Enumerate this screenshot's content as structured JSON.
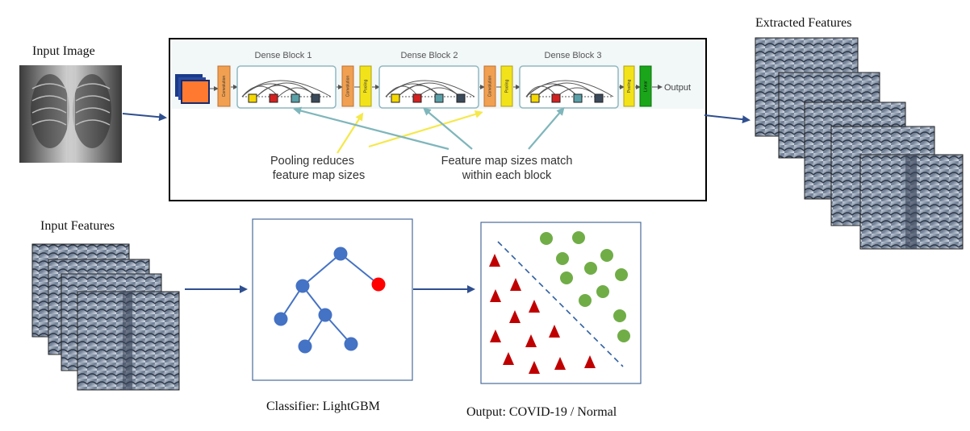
{
  "captions": {
    "input_image": "Input Image",
    "extracted_features": "Extracted Features",
    "input_features": "Input Features",
    "classifier": "Classifier: LightGBM",
    "output": "Output: COVID-19 / Normal"
  },
  "densenet": {
    "blocks": [
      "Dense Block 1",
      "Dense Block 2",
      "Dense Block 3"
    ],
    "layer_labels": {
      "convolution": "Convolution",
      "pooling": "Pooling",
      "linear": "Linear"
    },
    "output_label": "Output",
    "annotation_pooling": [
      "Pooling reduces",
      "feature map sizes"
    ],
    "annotation_feature_maps": [
      "Feature map sizes match",
      "within each block"
    ]
  },
  "colors": {
    "arrow": "#2f4f8f",
    "convolution": "#f0a050",
    "pooling": "#f2e21a",
    "linear": "#1aa51a",
    "tree_node": "#4472c4",
    "tree_highlight": "#ff0000",
    "covid_marker": "#c00000",
    "normal_marker": "#70ad47",
    "yellow_pointer": "#f5e84a",
    "teal_pointer": "#7fb6bb"
  },
  "icons": {
    "xray": "chest-xray",
    "feature_maps": "feature-map-stack",
    "tree": "decision-tree",
    "scatter": "class-separation-scatter"
  }
}
